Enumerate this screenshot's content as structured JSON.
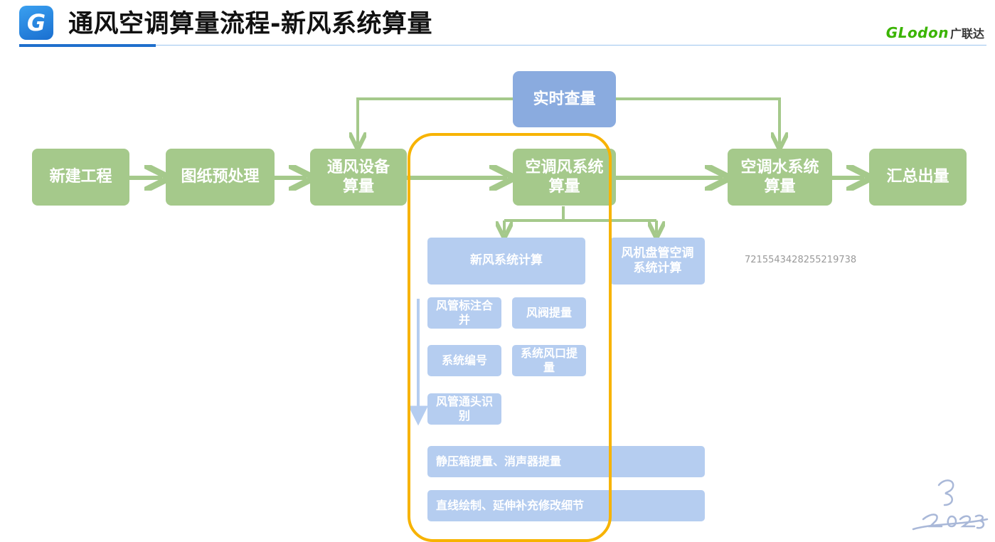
{
  "header": {
    "logo_letter": "G",
    "title": "通风空调算量流程-新风系统算量",
    "brand_mark": "GLodon",
    "brand_cn": "广联达"
  },
  "flow": {
    "top": "实时查量",
    "steps": [
      "新建工程",
      "图纸预处理",
      "通风设备算量",
      "空调风系统算量",
      "空调水系统算量",
      "汇总出量"
    ],
    "sub": [
      "新风系统计算",
      "风机盘管空调系统计算"
    ],
    "tasks": [
      "风管标注合并",
      "风阀提量",
      "系统编号",
      "系统风口提量",
      "风管通头识别"
    ],
    "wide": [
      "静压箱提量、消声器提量",
      "直线绘制、延伸补充修改细节"
    ]
  },
  "watermark": "7215543428255219738",
  "colors": {
    "green_box": "#a5c98b",
    "green_arrow": "#a5c98b",
    "blue_top": "#8aabdf",
    "blue_box": "#b5cdf0",
    "highlight": "#f7b300",
    "brand_blue": "#1f6fcc",
    "brand_green": "#3ab400"
  }
}
